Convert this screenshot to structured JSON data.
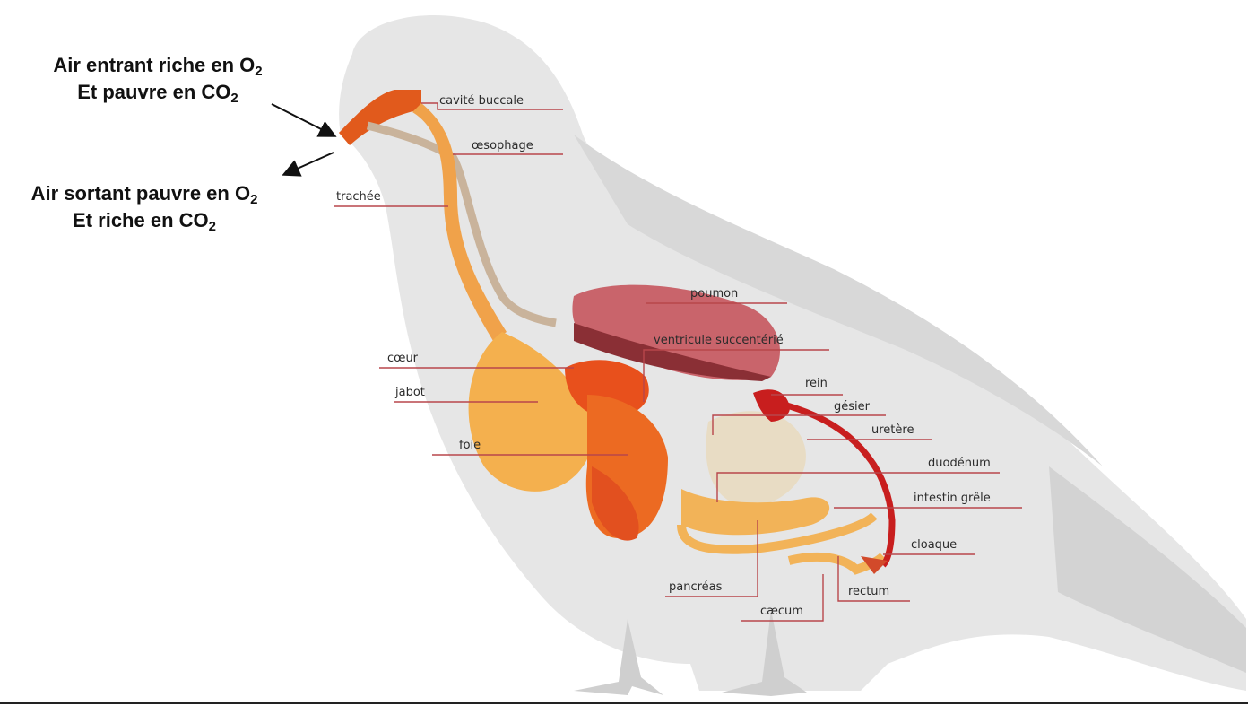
{
  "air_in": {
    "line1_prefix": "Air entrant riche en O",
    "line1_sub": "2",
    "line2_prefix": "Et pauvre en CO",
    "line2_sub": "2"
  },
  "air_out": {
    "line1_prefix": "Air sortant pauvre en O",
    "line1_sub": "2",
    "line2_prefix": "Et riche en CO",
    "line2_sub": "2"
  },
  "labels": {
    "cavite_buccale": "cavité buccale",
    "oesophage": "œsophage",
    "trachee": "trachée",
    "poumon": "poumon",
    "ventricule": "ventricule succentérié",
    "coeur": "cœur",
    "jabot": "jabot",
    "rein": "rein",
    "gesier": "gésier",
    "uretere": "uretère",
    "foie": "foie",
    "duodenum": "duodénum",
    "intestin": "intestin grêle",
    "cloaque": "cloaque",
    "pancreas": "pancréas",
    "rectum": "rectum",
    "caecum": "cæcum"
  },
  "colors": {
    "body_silhouette": "#e6e6e6",
    "leader_line": "#b8464b",
    "digestive_orange": "#f0a24a",
    "liver": "#e2501f",
    "lung": "#c9646b",
    "kidney": "#c81e1e",
    "gizzard": "#e8dcc4"
  }
}
